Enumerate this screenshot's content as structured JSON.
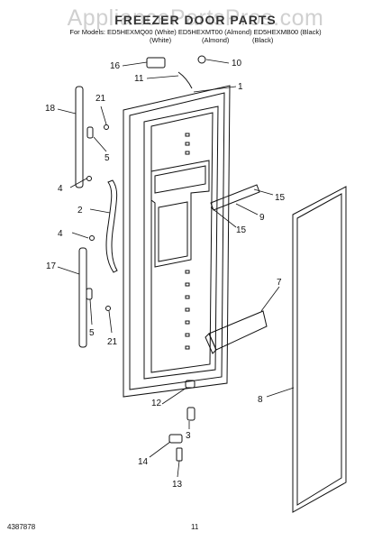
{
  "header": {
    "title": "FREEZER DOOR PARTS",
    "models": "For Models: ED5HEXMQ00 (White) ED5HEXMT00 (Almond) ED5HEXMB00 (Black)",
    "colors": [
      "(White)",
      "(Almond)",
      "(Black)"
    ]
  },
  "watermark": "AppliancePartsPros.com",
  "callouts": [
    "1",
    "2",
    "3",
    "4",
    "4",
    "5",
    "5",
    "7",
    "8",
    "9",
    "10",
    "11",
    "12",
    "13",
    "14",
    "15",
    "15",
    "16",
    "17",
    "18",
    "21",
    "21"
  ],
  "footer": {
    "left": "4387878",
    "center": "11"
  }
}
